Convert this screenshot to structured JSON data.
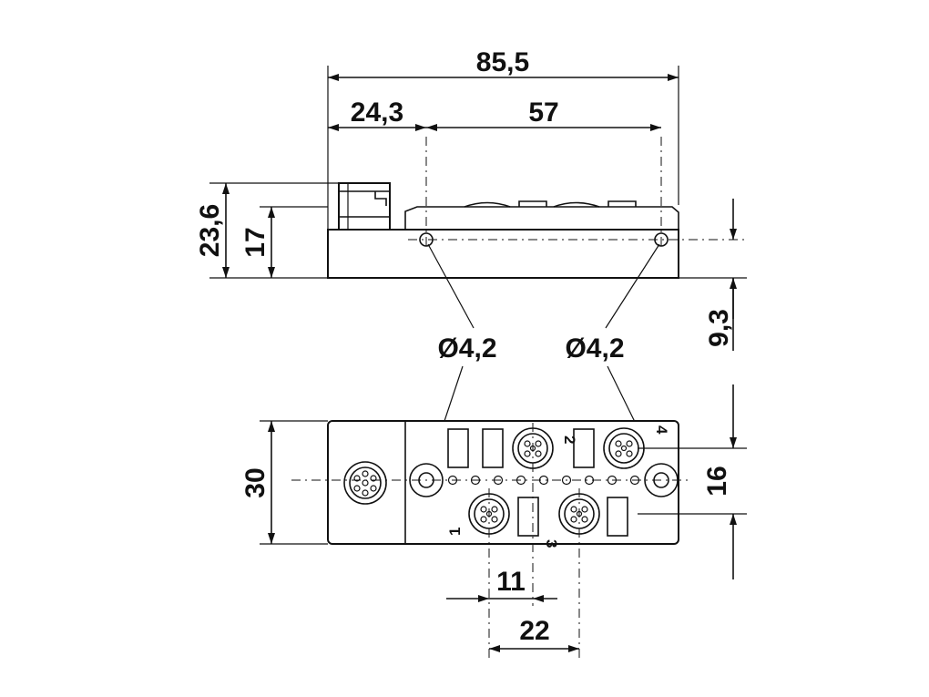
{
  "dimensions": {
    "total_length": "85,5",
    "left_offset": "24,3",
    "hole_spacing": "57",
    "total_height": "23,6",
    "body_height": "17",
    "hole_height": "9,3",
    "hole_diameter_left": "Ø4,2",
    "hole_diameter_right": "Ø4,2",
    "width": "30",
    "hole_row_offset": "16",
    "port_pitch": "11",
    "port_spacing": "22"
  },
  "ports": {
    "p1": "1",
    "p2": "2",
    "p3": "3",
    "p4": "4"
  }
}
